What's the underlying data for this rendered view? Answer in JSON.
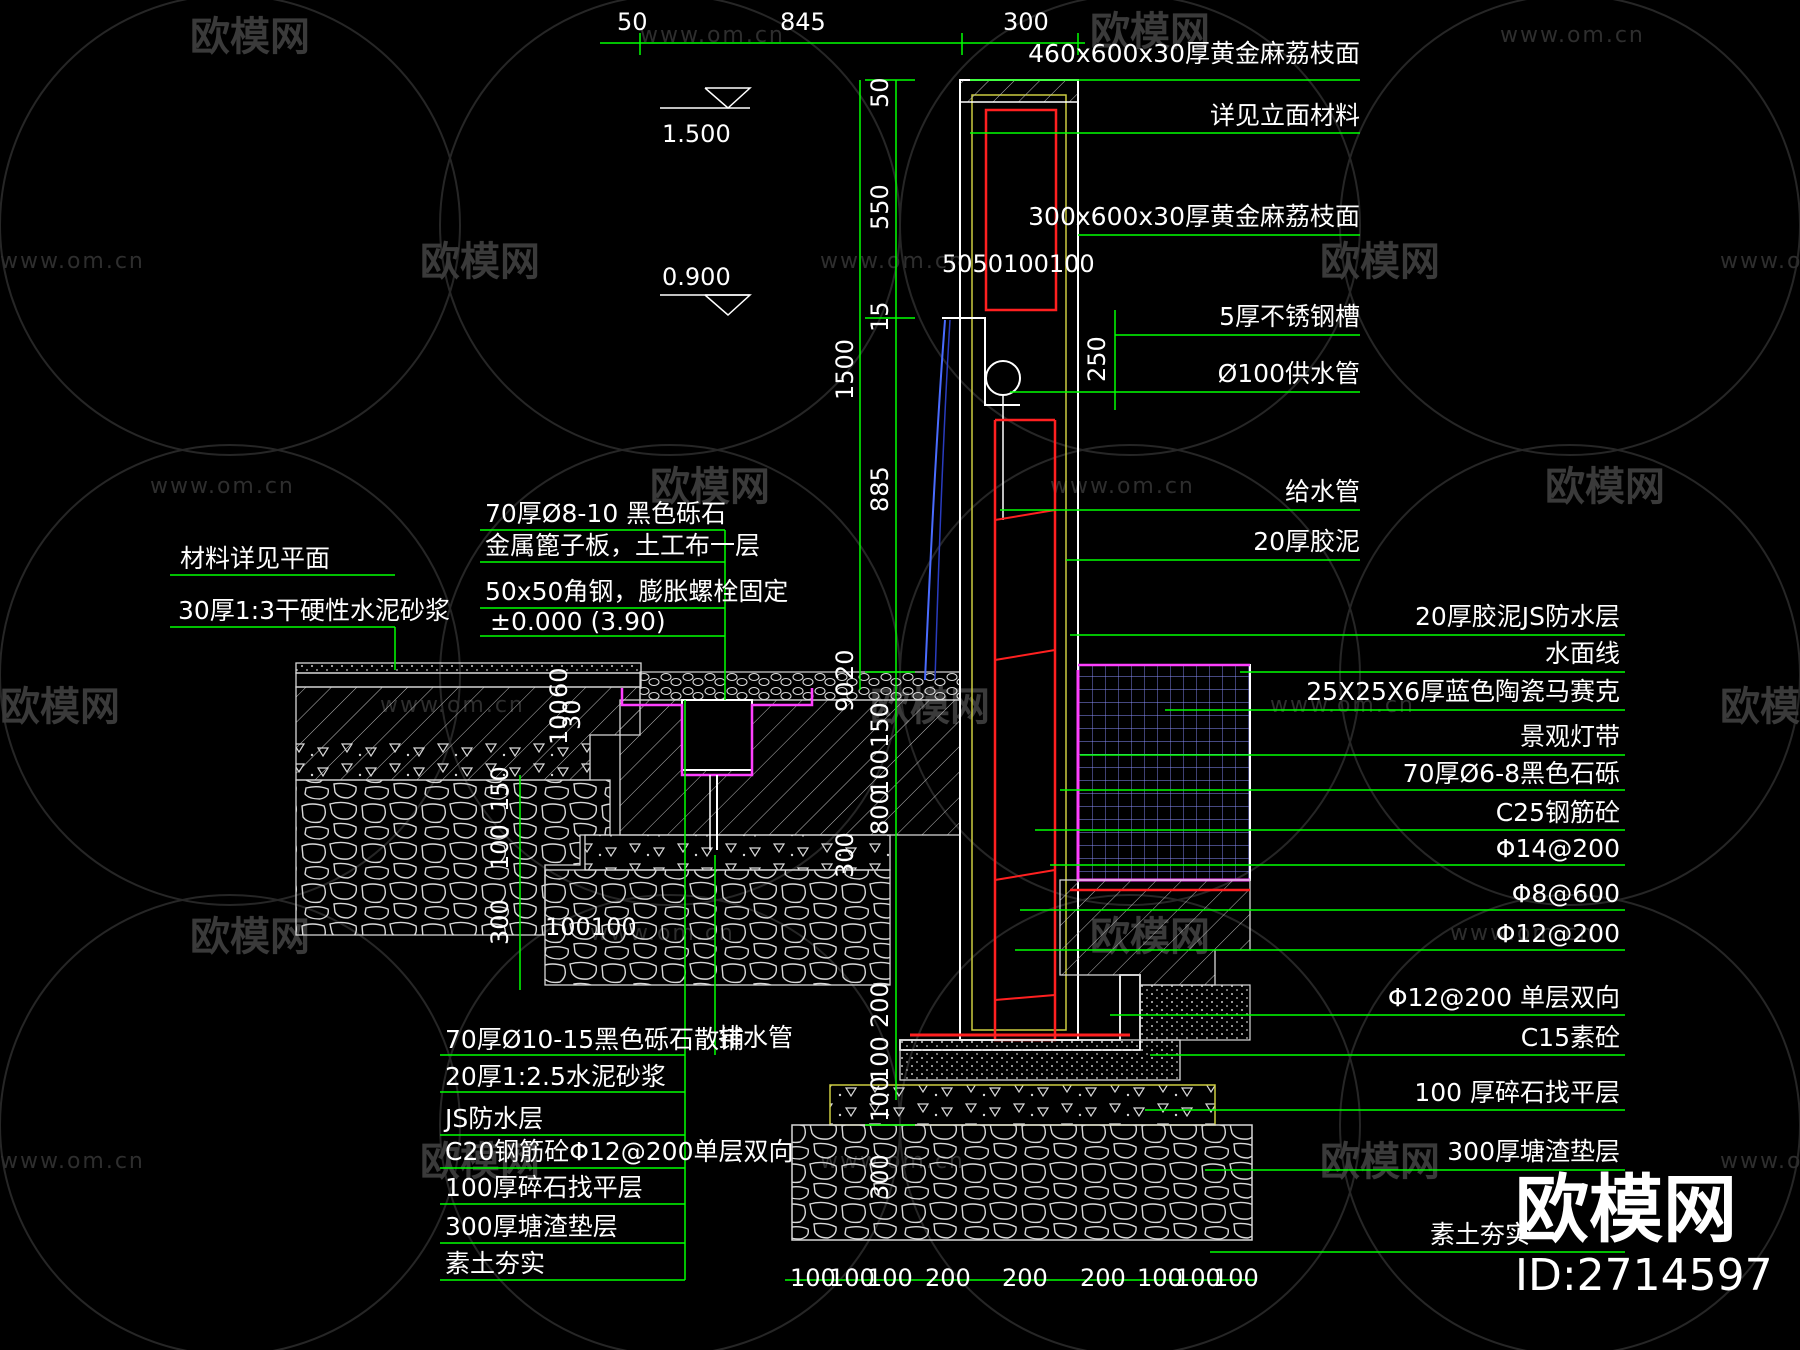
{
  "top_dims": [
    "50",
    "845",
    "300"
  ],
  "levels": {
    "upper": "1.500",
    "lower": "0.900"
  },
  "right_callouts": [
    "460x600x30厚黄金麻荔枝面",
    "详见立面材料",
    "300x600x30厚黄金麻荔枝面",
    "5厚不锈钢槽",
    "Ø100供水管",
    "给水管",
    "20厚胶泥",
    "20厚胶泥JS防水层",
    "水面线",
    "25X25X6厚蓝色陶瓷马赛克",
    "景观灯带",
    "70厚Ø6-8黑色石砾",
    "C25钢筋砼",
    "Φ14@200",
    "Φ8@600",
    "Φ12@200",
    "Φ12@200 单层双向",
    "C15素砼",
    "100 厚碎石找平层",
    "300厚塘渣垫层",
    "素土夯实"
  ],
  "middle_callouts": [
    "70厚Ø8-10  黑色砾石",
    "金属篦子板，土工布一层",
    "50x50角钢，膨胀螺栓固定",
    "±0.000   (3.90)"
  ],
  "left_callouts": [
    "材料详见平面",
    "30厚1:3干硬性水泥砂浆"
  ],
  "bottom_callouts": [
    "70厚Ø10-15黑色砾石散铺",
    "20厚1:2.5水泥砂浆",
    "JS防水层",
    "C20钢筋砼Φ12@200单层双向",
    "100厚碎石找平层",
    "300厚塘渣垫层",
    "素土夯实"
  ],
  "drain_label": "排水管",
  "wall_vertical_dims": [
    "50",
    "550",
    "15",
    "1500",
    "885",
    "20",
    "90",
    "150",
    "100",
    "800",
    "300",
    "200",
    "100",
    "100",
    "300"
  ],
  "left_vertical_dims": [
    "60",
    "30",
    "100",
    "150",
    "100",
    "300"
  ],
  "left_horizontal_dims": "100100",
  "slot_dims": "5050100100",
  "trough_dim": "250",
  "bottom_dims": [
    "100",
    "100",
    "100",
    "200",
    "200",
    "200",
    "100",
    "100",
    "100"
  ],
  "watermark": {
    "brand": "欧模网",
    "url": "www.om.cn"
  },
  "brand_logo": {
    "text": "欧模网",
    "id": "ID:2714597"
  },
  "colors": {
    "background": "#000000",
    "dimension": "#00ff00",
    "text": "#ffffff",
    "rebar": "#ff2020",
    "waterproof": "#ff40ff",
    "mosaic": "#4a6cff",
    "concrete": "#cccc40",
    "stone": "#d8d8d8"
  }
}
